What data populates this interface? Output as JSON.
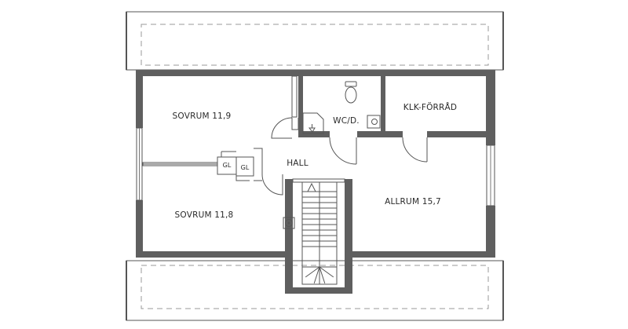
{
  "rooms": {
    "bedroom_1": "SOVRUM 11,9",
    "bedroom_2": "SOVRUM 11,8",
    "wc": "WC/D.",
    "closet": "KLK-FÖRRÅD",
    "hall": "HALL",
    "family_room": "ALLRUM 15,7"
  },
  "fixtures": {
    "shaft_1": "GL",
    "shaft_2": "GL"
  }
}
